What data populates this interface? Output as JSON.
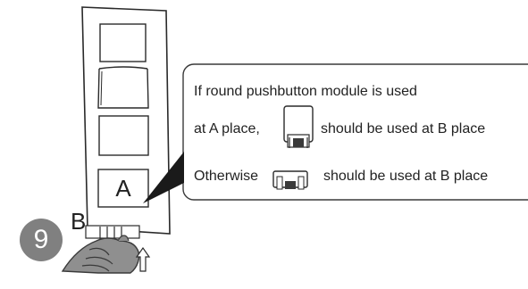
{
  "step_number": "9",
  "frame_labels": {
    "slot_a": "A",
    "slot_b": "B"
  },
  "callout": {
    "line1": "If round pushbutton module is used",
    "line2_prefix": "at A place,",
    "line2_suffix": "should be used at B place",
    "line3_prefix": "Otherwise",
    "line3_suffix": "should be used at B place"
  },
  "icons": [
    "tall-module-icon",
    "flat-module-icon",
    "push-up-arrow-icon",
    "hand-icon"
  ],
  "colors": {
    "line": "#2a2a2a",
    "step_circle": "#808080",
    "callout_pointer": "#1a1a1a",
    "hand_fill": "#8f8f8f"
  }
}
